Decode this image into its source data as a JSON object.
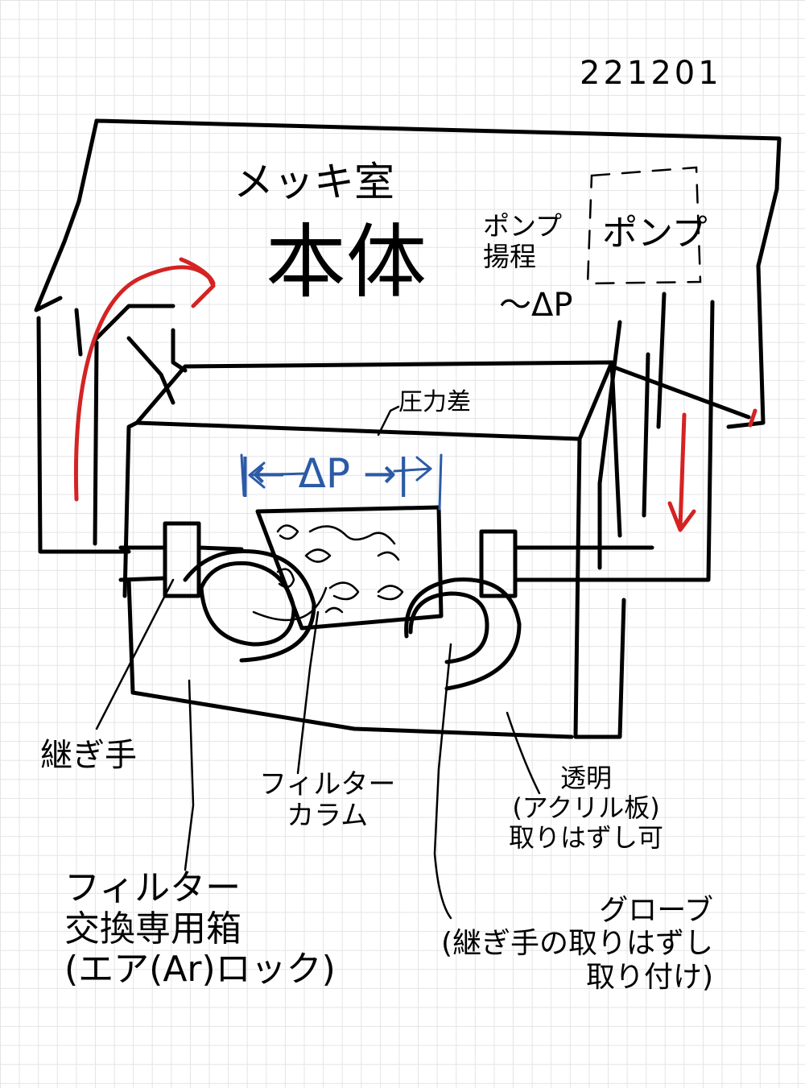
{
  "date": "221201",
  "chamber": {
    "title": "メッキ室",
    "body": "本体"
  },
  "pump": {
    "box_label": "ポンプ",
    "head_label": "ポンプ\n揚程",
    "head_value": "〜ΔP"
  },
  "pressure_diff": {
    "label": "圧力差",
    "arrow_label": "|← ΔP →|"
  },
  "callouts": {
    "joint": "継ぎ手",
    "filter_column": "フィルター\nカラム",
    "transparent_panel": "透明\n(アクリル板)\n取りはずし可",
    "exchange_box": "フィルター\n交換専用箱\n(エア(Ar)ロック)",
    "glove": "グローブ\n(継ぎ手の取りはずし\n取り付け)"
  },
  "colors": {
    "ink": "#000000",
    "flow_arrow": "#d42323",
    "pressure_arrow": "#2b5aa6",
    "grid": "#e4e4e8"
  }
}
